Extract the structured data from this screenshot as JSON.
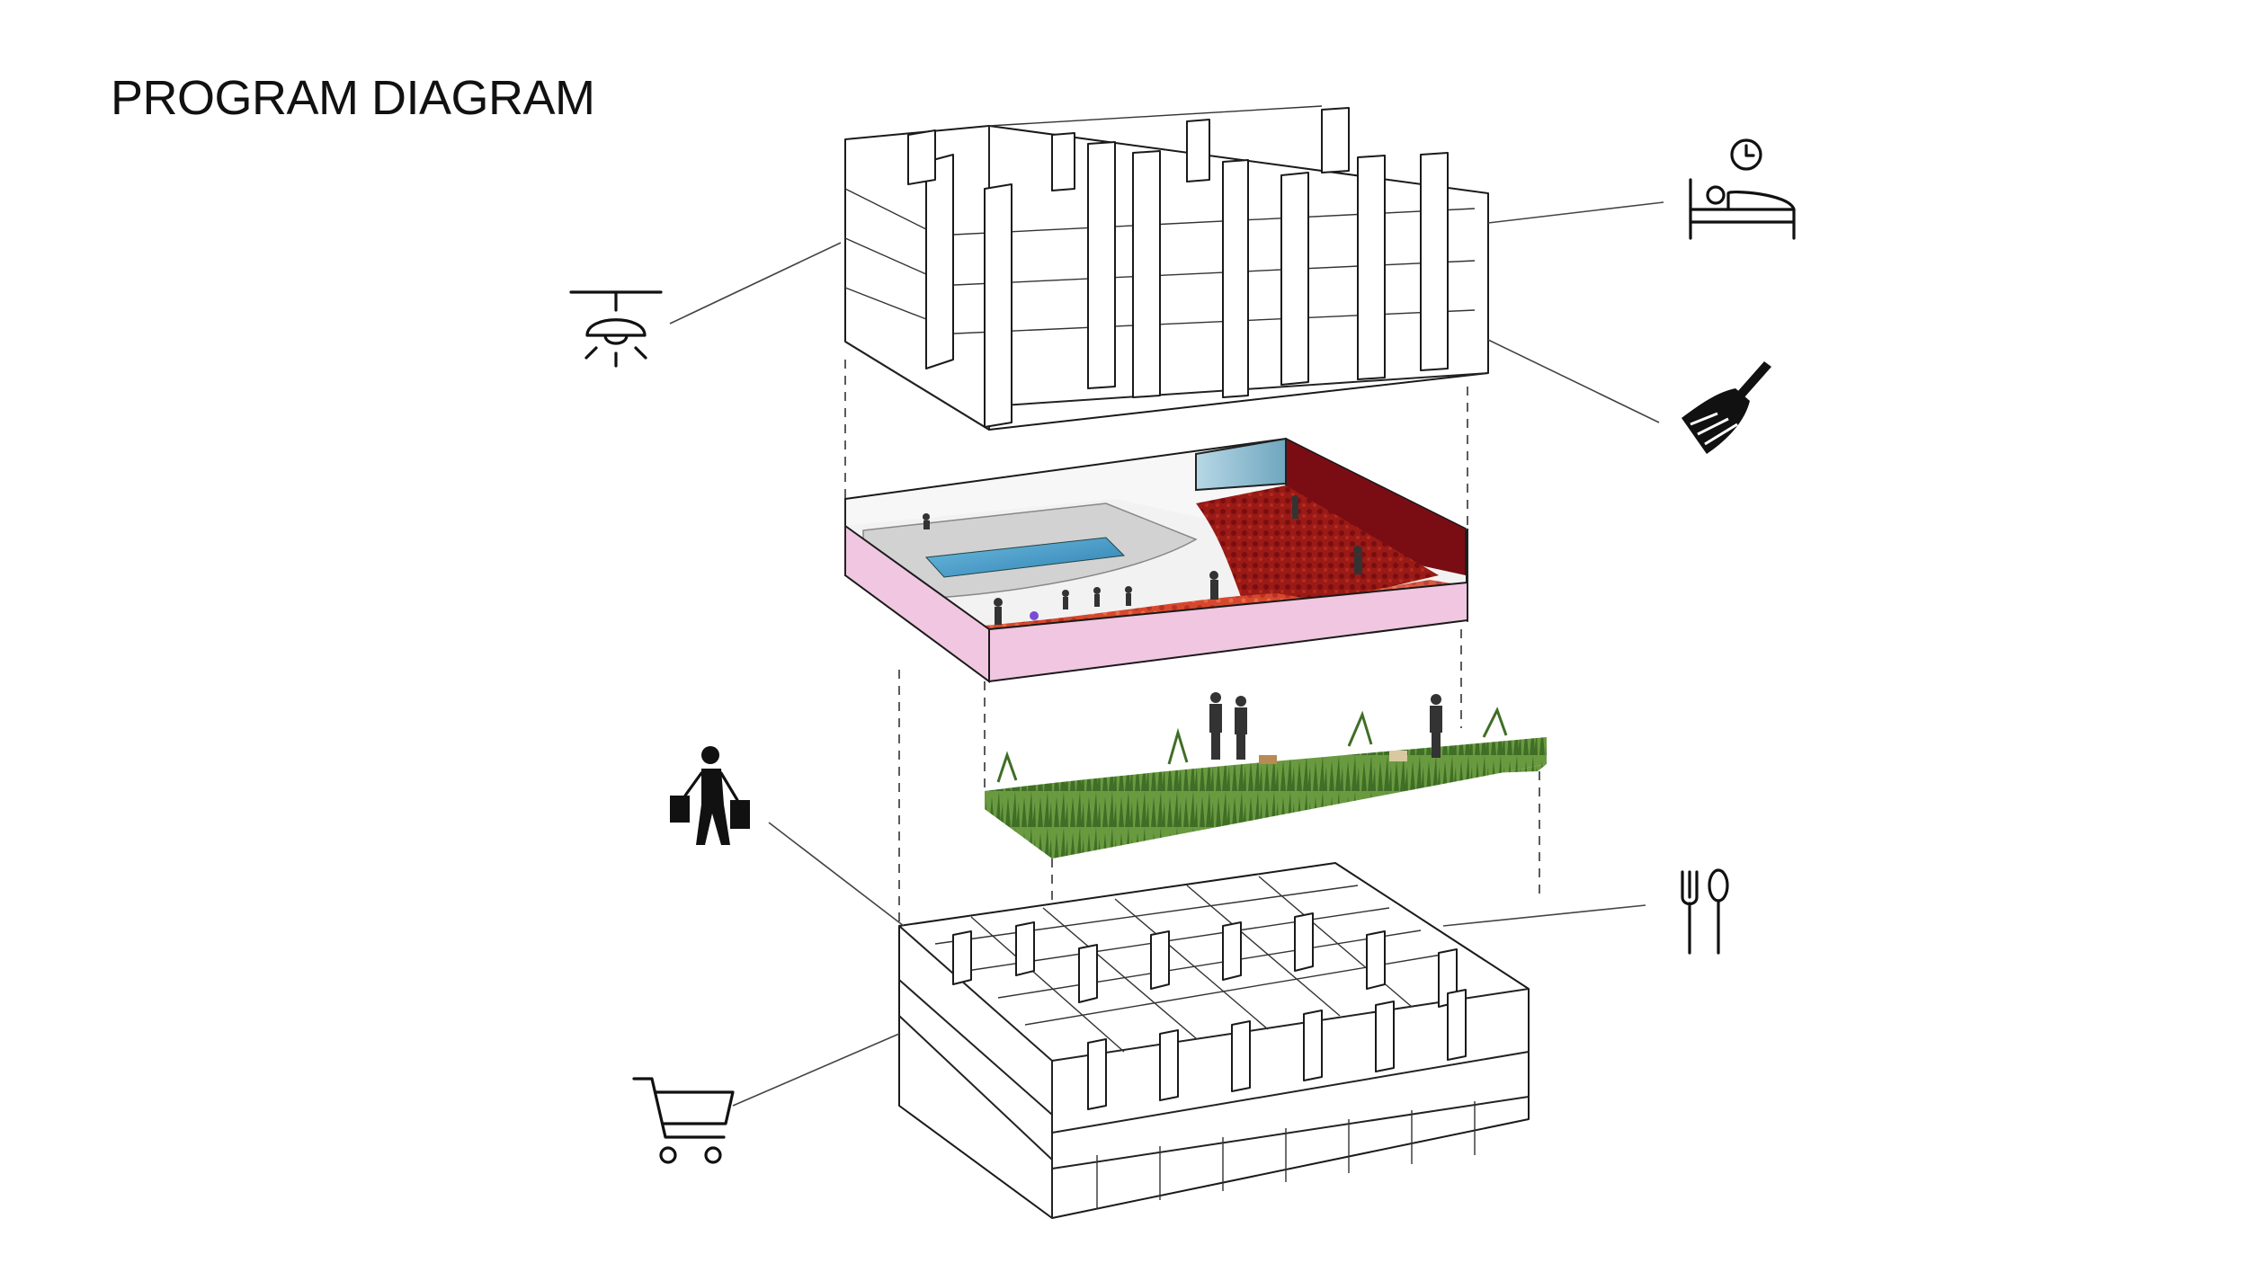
{
  "title": "PROGRAM DIAGRAM",
  "colors": {
    "line": "#1a1a1a",
    "sand": "#dcdcdc",
    "pool_water": "#4fa3cf",
    "pink_slab": "#f0c6e0",
    "red_rubber": "#d6482e",
    "maroon_wall": "#7a0d14",
    "grass": "#5e8f3a"
  },
  "program_icons": [
    {
      "icon": "ceiling-lamp-icon"
    },
    {
      "icon": "bed-clock-icon"
    },
    {
      "icon": "broom-icon"
    },
    {
      "icon": "shopper-bags-icon"
    },
    {
      "icon": "fork-spoon-icon"
    },
    {
      "icon": "shopping-cart-icon"
    }
  ],
  "layers": [
    {
      "name_key": "upper-residential-floors"
    },
    {
      "name_key": "playground-pool-deck"
    },
    {
      "name_key": "green-roof"
    },
    {
      "name_key": "commercial-podium"
    }
  ]
}
